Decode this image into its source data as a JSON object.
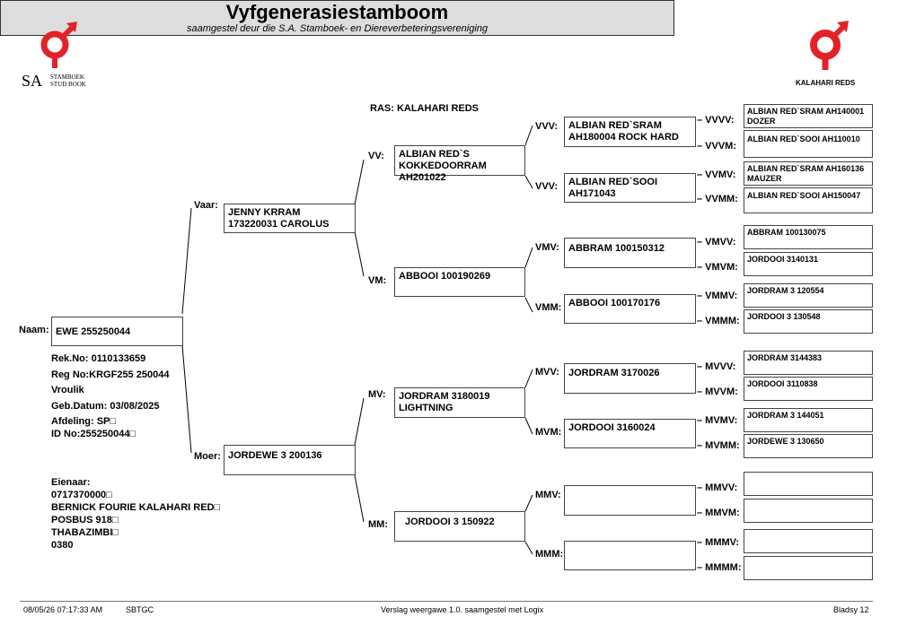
{
  "header": {
    "title": "Vyfgenerasiestamboom",
    "subtitle": "saamgestel deur die S.A. Stamboek- en Diereverbeteringsvereniging",
    "logo_left_text": "SA",
    "logo_left_small1": "STAMBOEK",
    "logo_left_small2": "STUD BOOK",
    "logo_right_text": "KALAHARI REDS",
    "logo_color": "#e32228"
  },
  "breed": "RAS: KALAHARI REDS",
  "animal": {
    "name_label": "Naam:",
    "name": "EWE 255250044",
    "rek_no": "Rek.No: 0110133659",
    "reg_no": "Reg No:KRGF255 250044",
    "sex": "Vroulik",
    "birth_date": "Geb.Datum: 03/08/2025",
    "department": "Afdeling: SP□",
    "id_no": "ID No:255250044□"
  },
  "owner": {
    "label": "Eienaar:",
    "phone": "0717370000□",
    "name": "BERNICK FOURIE KALAHARI RED□",
    "box": "POSBUS 918□",
    "town": "THABAZIMBI□",
    "code": "0380"
  },
  "pedigree": {
    "V": {
      "label": "Vaar:",
      "name": "JENNY KRRAM 173220031 CAROLUS"
    },
    "M": {
      "label": "Moer:",
      "name": "JORDEWE 3 200136"
    },
    "VV": {
      "label": "VV:",
      "name": "ALBIAN RED`S KOKKEDOORRAM AH201022"
    },
    "VM": {
      "label": "VM:",
      "name": "ABBOOI 100190269"
    },
    "MV": {
      "label": "MV:",
      "name": "JORDRAM 3180019 LIGHTNING"
    },
    "MM": {
      "label": "MM:",
      "name": "JORDOOI 3 150922"
    },
    "VVV": {
      "label": "VVV:",
      "name": "ALBIAN RED`SRAM AH180004 ROCK HARD"
    },
    "VVM": {
      "label": "VVV:",
      "name": "ALBIAN RED`SOOI AH171043"
    },
    "VMV": {
      "label": "VMV:",
      "name": "ABBRAM 100150312"
    },
    "VMM": {
      "label": "VMM:",
      "name": "ABBOOI 100170176"
    },
    "MVV": {
      "label": "MVV:",
      "name": "JORDRAM 3170026"
    },
    "MVM": {
      "label": "MVM:",
      "name": "JORDOOI 3160024"
    },
    "MMV": {
      "label": "MMV:",
      "name": ""
    },
    "MMM": {
      "label": "MMM:",
      "name": ""
    },
    "VVVV": {
      "label": "– VVVV:",
      "name": "ALBIAN RED`SRAM AH140001 DOZER"
    },
    "VVVM": {
      "label": "– VVVM:",
      "name": "ALBIAN RED`SOOI AH110010"
    },
    "VVMV": {
      "label": "– VVMV:",
      "name": "ALBIAN RED`SRAM AH160136 MAUZER"
    },
    "VVMM": {
      "label": "– VVMM:",
      "name": "ALBIAN RED`SOOI AH150047"
    },
    "VMVV": {
      "label": "– VMVV:",
      "name": "ABBRAM 100130075"
    },
    "VMVM": {
      "label": "– VMVM:",
      "name": "JORDOOI 3140131"
    },
    "VMMV": {
      "label": "– VMMV:",
      "name": "JORDRAM 3 120554"
    },
    "VMMM": {
      "label": "– VMMM:",
      "name": "JORDOOI 3 130548"
    },
    "MVVV": {
      "label": "– MVVV:",
      "name": "JORDRAM 3144383"
    },
    "MVVM": {
      "label": "– MVVM:",
      "name": "JORDOOI 3110838"
    },
    "MVMV": {
      "label": "– MVMV:",
      "name": "JORDRAM 3 144051"
    },
    "MVMM": {
      "label": "– MVMM:",
      "name": "JORDEWE 3 130650"
    },
    "MMVV": {
      "label": "– MMVV:",
      "name": ""
    },
    "MMVM": {
      "label": "– MMVM:",
      "name": ""
    },
    "MMMV": {
      "label": "– MMMV:",
      "name": ""
    },
    "MMMM": {
      "label": "– MMMM:",
      "name": ""
    }
  },
  "footer": {
    "timestamp": "08/05/26 07:17:33 AM",
    "code": "SBTGC",
    "version": "Verslag weergawe 1.0. saamgestel met Logix",
    "page": "Bladsy 12"
  }
}
